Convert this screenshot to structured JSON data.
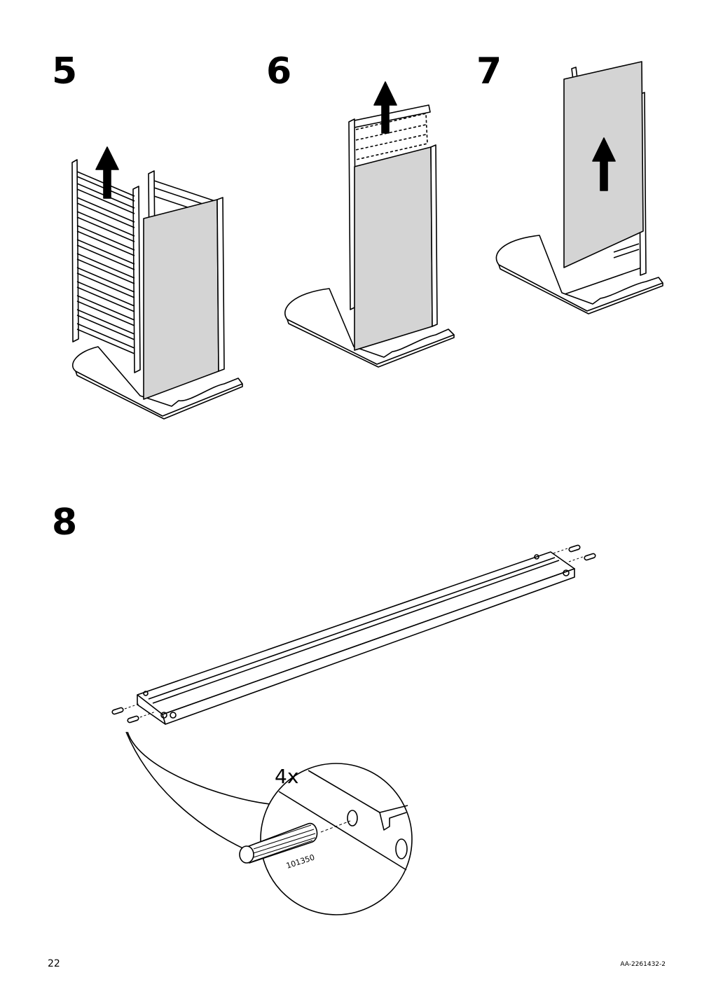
{
  "steps": [
    {
      "number": "5"
    },
    {
      "number": "6"
    },
    {
      "number": "7"
    },
    {
      "number": "8"
    }
  ],
  "callout": {
    "quantity": "4x",
    "part_number": "101350"
  },
  "footer": {
    "page_number": "22",
    "document_code": "AA-2261432-2"
  },
  "colors": {
    "panel_fill": "#d4d4d4",
    "line": "#000000"
  }
}
